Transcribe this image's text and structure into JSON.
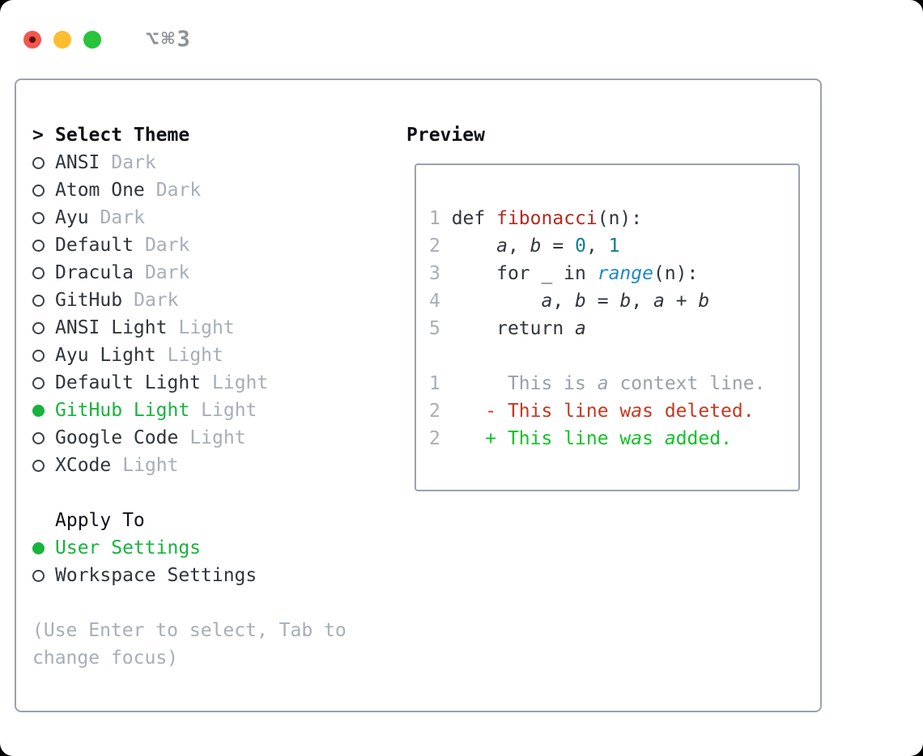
{
  "titlebar": {
    "title": "⌥⌘3",
    "lights": [
      {
        "name": "close",
        "color": "#f3564d",
        "dot": "#5c100b"
      },
      {
        "name": "minimize",
        "color": "#fdbd30",
        "dot": ""
      },
      {
        "name": "zoom",
        "color": "#29c33c",
        "dot": ""
      }
    ]
  },
  "theme_picker": {
    "header": {
      "prompt": ">",
      "label": "Select Theme"
    },
    "items": [
      {
        "name": "ANSI",
        "tag": "Dark",
        "selected": false
      },
      {
        "name": "Atom One",
        "tag": "Dark",
        "selected": false
      },
      {
        "name": "Ayu",
        "tag": "Dark",
        "selected": false
      },
      {
        "name": "Default",
        "tag": "Dark",
        "selected": false
      },
      {
        "name": "Dracula",
        "tag": "Dark",
        "selected": false
      },
      {
        "name": "GitHub",
        "tag": "Dark",
        "selected": false
      },
      {
        "name": "ANSI Light",
        "tag": "Light",
        "selected": false
      },
      {
        "name": "Ayu Light",
        "tag": "Light",
        "selected": false
      },
      {
        "name": "Default Light",
        "tag": "Light",
        "selected": false
      },
      {
        "name": "GitHub Light",
        "tag": "Light",
        "selected": true
      },
      {
        "name": "Google Code",
        "tag": "Light",
        "selected": false
      },
      {
        "name": "XCode",
        "tag": "Light",
        "selected": false
      }
    ],
    "apply_to": {
      "label": "Apply To",
      "options": [
        {
          "name": "User Settings",
          "selected": true
        },
        {
          "name": "Workspace Settings",
          "selected": false
        }
      ]
    },
    "help_lines": [
      "(Use Enter to select, Tab to",
      "change focus)"
    ]
  },
  "preview": {
    "header": "Preview",
    "lines": [
      {
        "cells": [
          {
            "t": "1",
            "c": "ln"
          },
          {
            "t": " def ",
            "c": "plain"
          },
          {
            "t": "fibonacci",
            "c": "func"
          },
          {
            "t": "(n):",
            "c": "plain"
          }
        ]
      },
      {
        "cells": [
          {
            "t": "2",
            "c": "ln"
          },
          {
            "t": "     ",
            "c": "plain"
          },
          {
            "t": "a",
            "c": "plain",
            "i": true
          },
          {
            "t": ", ",
            "c": "plain"
          },
          {
            "t": "b",
            "c": "plain",
            "i": true
          },
          {
            "t": " = ",
            "c": "plain"
          },
          {
            "t": "0",
            "c": "num"
          },
          {
            "t": ", ",
            "c": "plain"
          },
          {
            "t": "1",
            "c": "num"
          }
        ]
      },
      {
        "cells": [
          {
            "t": "3",
            "c": "ln"
          },
          {
            "t": "     for _ in ",
            "c": "plain"
          },
          {
            "t": "range",
            "c": "builtin",
            "i": true
          },
          {
            "t": "(n):",
            "c": "plain"
          }
        ]
      },
      {
        "cells": [
          {
            "t": "4",
            "c": "ln"
          },
          {
            "t": "         ",
            "c": "plain"
          },
          {
            "t": "a",
            "c": "plain",
            "i": true
          },
          {
            "t": ", ",
            "c": "plain"
          },
          {
            "t": "b",
            "c": "plain",
            "i": true
          },
          {
            "t": " = ",
            "c": "plain"
          },
          {
            "t": "b",
            "c": "plain",
            "i": true
          },
          {
            "t": ", ",
            "c": "plain"
          },
          {
            "t": "a",
            "c": "plain",
            "i": true
          },
          {
            "t": " + ",
            "c": "plain"
          },
          {
            "t": "b",
            "c": "plain",
            "i": true
          }
        ]
      },
      {
        "cells": [
          {
            "t": "5",
            "c": "ln"
          },
          {
            "t": "     return ",
            "c": "plain"
          },
          {
            "t": "a",
            "c": "plain",
            "i": true
          }
        ]
      },
      {
        "cells": []
      },
      {
        "cells": [
          {
            "t": "1",
            "c": "ln"
          },
          {
            "t": "      This is ",
            "c": "ctx"
          },
          {
            "t": "a",
            "c": "ctx",
            "i": true
          },
          {
            "t": " context line.",
            "c": "ctx"
          }
        ]
      },
      {
        "cells": [
          {
            "t": "2",
            "c": "ln"
          },
          {
            "t": "    ",
            "c": "plain"
          },
          {
            "t": "- This line w",
            "c": "del"
          },
          {
            "t": "a",
            "c": "del",
            "i": true
          },
          {
            "t": "s deleted.",
            "c": "del"
          }
        ]
      },
      {
        "cells": [
          {
            "t": "2",
            "c": "ln"
          },
          {
            "t": "    ",
            "c": "plain"
          },
          {
            "t": "+ This line w",
            "c": "add"
          },
          {
            "t": "a",
            "c": "add",
            "i": true
          },
          {
            "t": "s ",
            "c": "add"
          },
          {
            "t": "a",
            "c": "add",
            "i": true
          },
          {
            "t": "dded.",
            "c": "add"
          }
        ]
      }
    ]
  },
  "colors": {
    "outside": "#000000",
    "window_bg": "#ffffff",
    "border": "#9aa3ae",
    "black": "#0d1116",
    "text": "#2f353c",
    "muted": "#a6aeb8",
    "green": "#17b33c",
    "ring": "#3a4046",
    "titlebar_text": "#8e9297",
    "code_plain": "#30363d",
    "code_func": "#b02c20",
    "code_number": "#0f7d89",
    "code_builtin": "#1f88c9",
    "code_context": "#9aa1ab",
    "code_deleted": "#c53821",
    "code_added": "#10c228",
    "code_linenum": "#a6aeb8"
  }
}
